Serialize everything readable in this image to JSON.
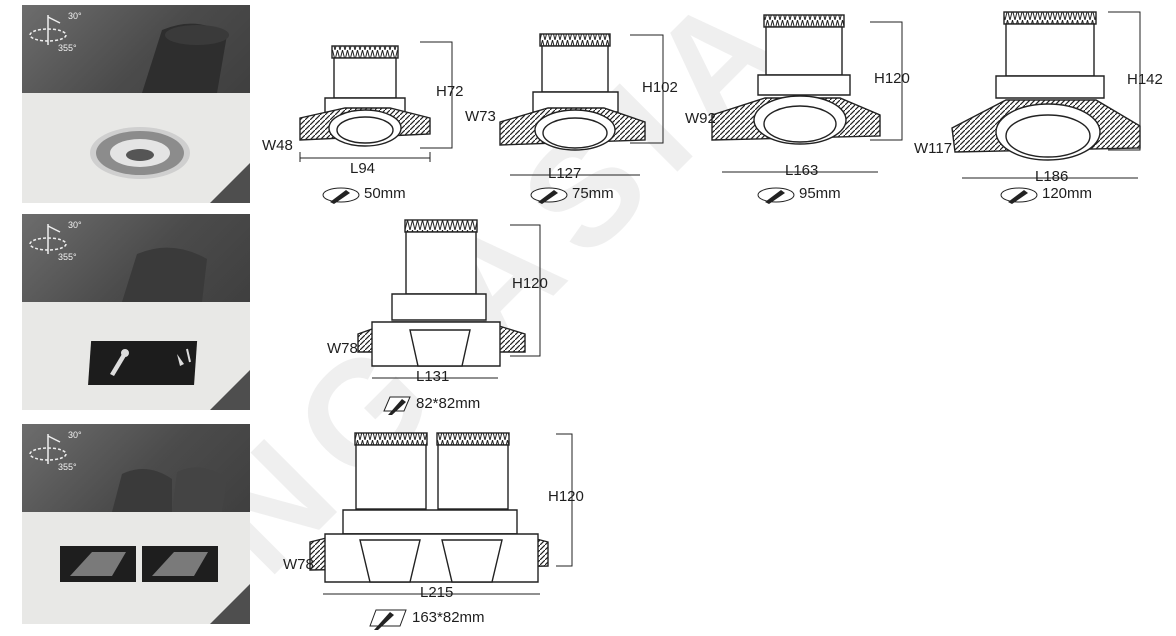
{
  "watermark": "NG ASIA",
  "panels": [
    {
      "rotation": {
        "tilt": "30°",
        "rotate": "355°"
      }
    },
    {
      "rotation": {
        "tilt": "30°",
        "rotate": "355°"
      }
    },
    {
      "rotation": {
        "tilt": "30°",
        "rotate": "355°"
      }
    }
  ],
  "products": [
    {
      "height": "H72",
      "width": "W48",
      "length": "L94",
      "cutout": "50mm"
    },
    {
      "height": "H102",
      "width": "W73",
      "length": "L127",
      "cutout": "75mm"
    },
    {
      "height": "H120",
      "width": "W92",
      "length": "L163",
      "cutout": "95mm"
    },
    {
      "height": "H142",
      "width": "W117",
      "length": "L186",
      "cutout": "120mm"
    },
    {
      "height": "H120",
      "width": "W78",
      "length": "L131",
      "cutout": "82*82mm"
    },
    {
      "height": "H120",
      "width": "W78",
      "length": "L215",
      "cutout": "163*82mm"
    }
  ]
}
